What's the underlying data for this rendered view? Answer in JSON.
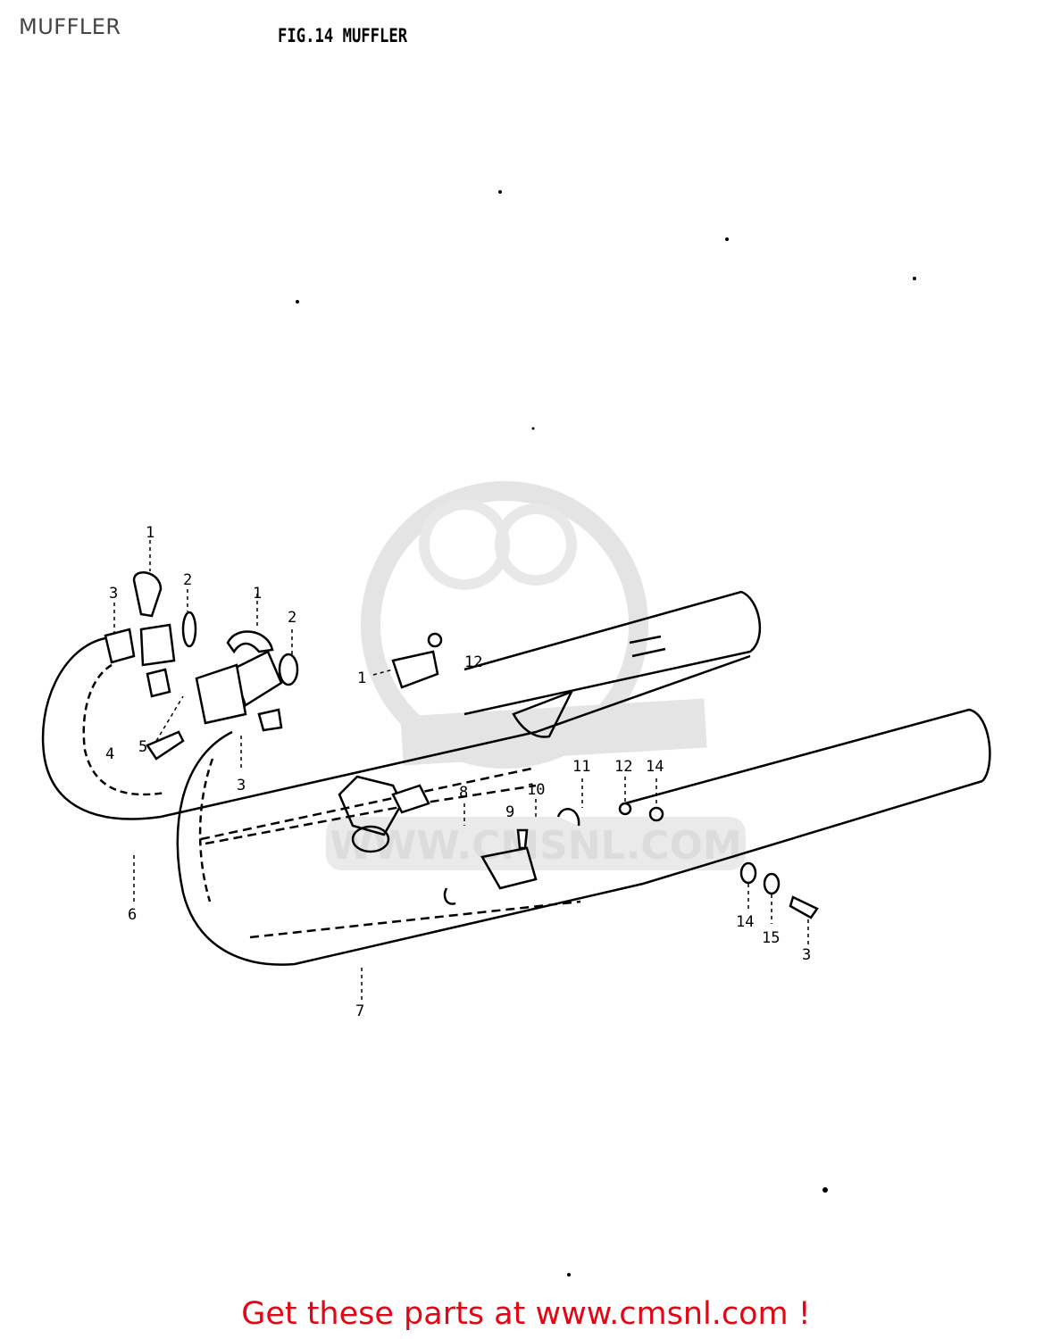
{
  "header": {
    "page_title": "MUFFLER",
    "figure_title": "FIG.14  MUFFLER"
  },
  "watermark": {
    "text": "WWW.CMSNL.COM",
    "color": "#d9d9d9"
  },
  "callouts": [
    "1",
    "2",
    "3",
    "1",
    "2",
    "5",
    "4",
    "3",
    "6",
    "7",
    "1",
    "12",
    "8",
    "9",
    "10",
    "11",
    "12",
    "14",
    "14",
    "15",
    "3"
  ],
  "footer": {
    "text": "Get these parts at www.cmsnl.com !",
    "color": "#e30613"
  }
}
